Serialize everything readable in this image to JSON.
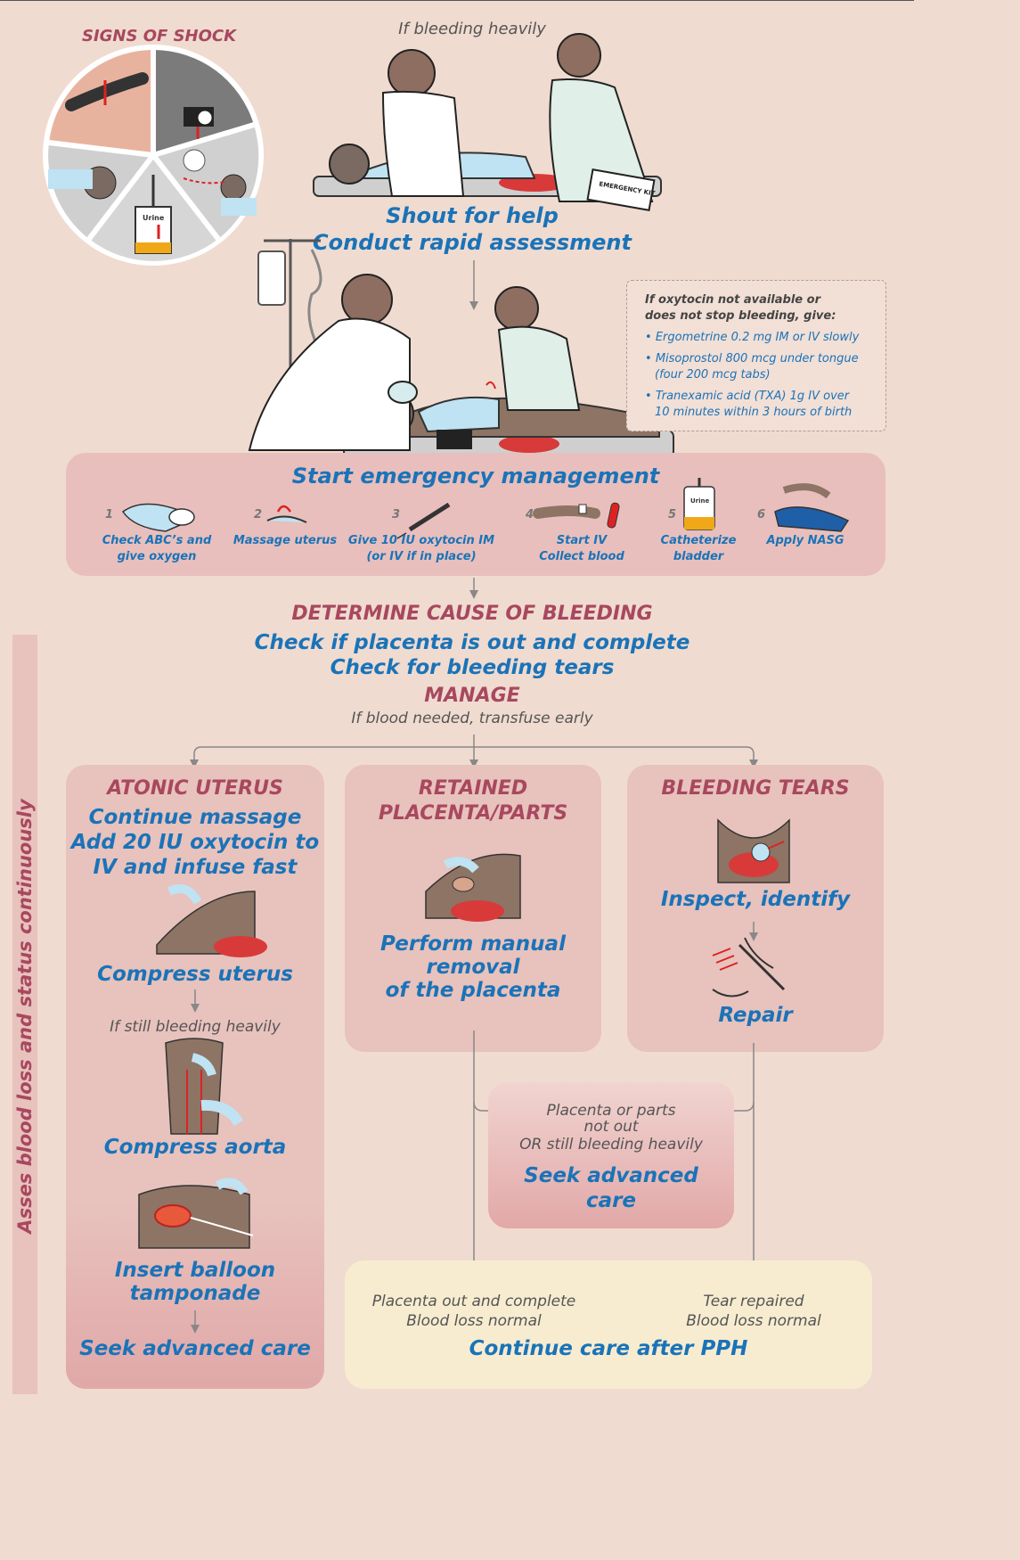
{
  "signs_of_shock": {
    "title": "SIGNS OF SHOCK",
    "urine_label": "Urine"
  },
  "top": {
    "note": "If bleeding heavily",
    "line1": "Shout for help",
    "line2": "Conduct rapid assessment",
    "kit_label": "EMERGENCY KIT"
  },
  "oxytocin_box": {
    "heading_l1": "If oxytocin not available or",
    "heading_l2": "does not stop bleeding, give:",
    "items": [
      "Ergometrine 0.2 mg IM or IV slowly",
      "Misoprostol 800 mcg under tongue",
      "(four 200 mcg tabs)",
      "Tranexamic acid (TXA) 1g IV over",
      "10 minutes within 3 hours of birth"
    ]
  },
  "emergency": {
    "title": "Start emergency management",
    "steps": [
      {
        "num": "1",
        "l1": "Check ABC’s and",
        "l2": "give oxygen"
      },
      {
        "num": "2",
        "l1": "Massage uterus",
        "l2": ""
      },
      {
        "num": "3",
        "l1": "Give 10 IU oxytocin IM",
        "l2": "(or IV if in place)"
      },
      {
        "num": "4",
        "l1": "Start IV",
        "l2": "Collect blood"
      },
      {
        "num": "5",
        "l1": "Catheterize",
        "l2": "bladder"
      },
      {
        "num": "6",
        "l1": "Apply NASG",
        "l2": ""
      }
    ],
    "urine_label": "Urine"
  },
  "cause": {
    "title": "DETERMINE CAUSE OF BLEEDING",
    "line1": "Check if placenta is out and complete",
    "line2": "Check for bleeding tears",
    "manage": "MANAGE",
    "note": "If blood needed, transfuse early"
  },
  "side_label": "Asses blood loss and status continuously",
  "atonic": {
    "title": "ATONIC UTERUS",
    "l1": "Continue massage",
    "l2": "Add 20 IU oxytocin to",
    "l3": "IV and infuse fast",
    "compress_uterus": "Compress uterus",
    "note": "If still bleeding heavily",
    "compress_aorta": "Compress aorta",
    "balloon_l1": "Insert balloon",
    "balloon_l2": "tamponade",
    "seek": "Seek advanced care"
  },
  "retained": {
    "title_l1": "RETAINED",
    "title_l2": "PLACENTA/PARTS",
    "l1": "Perform manual",
    "l2": "removal",
    "l3": "of the placenta"
  },
  "tears": {
    "title": "BLEEDING TEARS",
    "inspect": "Inspect, identify",
    "repair": "Repair"
  },
  "seek_box": {
    "l1": "Placenta or parts",
    "l2": "not out",
    "l3": "OR still bleeding heavily",
    "s1": "Seek advanced",
    "s2": "care"
  },
  "continue_box": {
    "left_l1": "Placenta out and complete",
    "left_l2": "Blood loss normal",
    "right_l1": "Tear repaired",
    "right_l2": "Blood loss normal",
    "title": "Continue care after PPH"
  },
  "colors": {
    "blue": "#1a73b8",
    "red_heading": "#a8485f",
    "background": "#f0dbd0",
    "box_pink": "#e8bfbc",
    "box_yellow": "#f7ecd0"
  }
}
